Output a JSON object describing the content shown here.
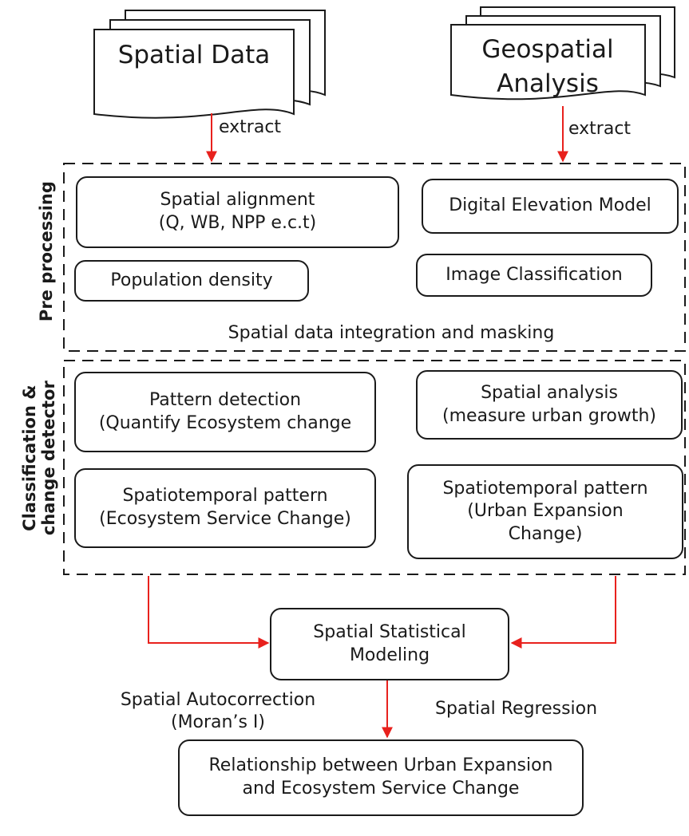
{
  "documents": {
    "spatial_data": "Spatial Data",
    "geospatial_line1": "Geospatial",
    "geospatial_line2": "Analysis"
  },
  "edges": {
    "extract_left": "extract",
    "extract_right": "extract",
    "autocorrection_line1": "Spatial Autocorrection",
    "autocorrection_line2": "(Moran’s I)",
    "regression": "Spatial Regression"
  },
  "preprocessing": {
    "label": "Pre processing",
    "alignment_line1": "Spatial alignment",
    "alignment_line2": "(Q, WB, NPP e.c.t)",
    "dem": "Digital Elevation Model",
    "population": "Population density",
    "image_classification": "Image Classification",
    "integration": "Spatial data integration and masking"
  },
  "classification": {
    "label_line1": "Classification &",
    "label_line2": "change detector",
    "pattern_line1": "Pattern detection",
    "pattern_line2": "(Quantify Ecosystem change",
    "spatial_analysis_line1": "Spatial analysis",
    "spatial_analysis_line2": "(measure urban growth)",
    "st_ecosystem_line1": "Spatiotemporal pattern",
    "st_ecosystem_line2": "(Ecosystem Service Change)",
    "st_urban_line1": "Spatiotemporal pattern",
    "st_urban_line2": "(Urban Expansion",
    "st_urban_line3": "Change)"
  },
  "modeling": {
    "line1": "Spatial Statistical",
    "line2": "Modeling"
  },
  "result": {
    "line1": "Relationship between Urban Expansion",
    "line2": "and Ecosystem Service Change"
  },
  "colors": {
    "arrow": "#e8211d",
    "stroke": "#1a1a1a"
  }
}
